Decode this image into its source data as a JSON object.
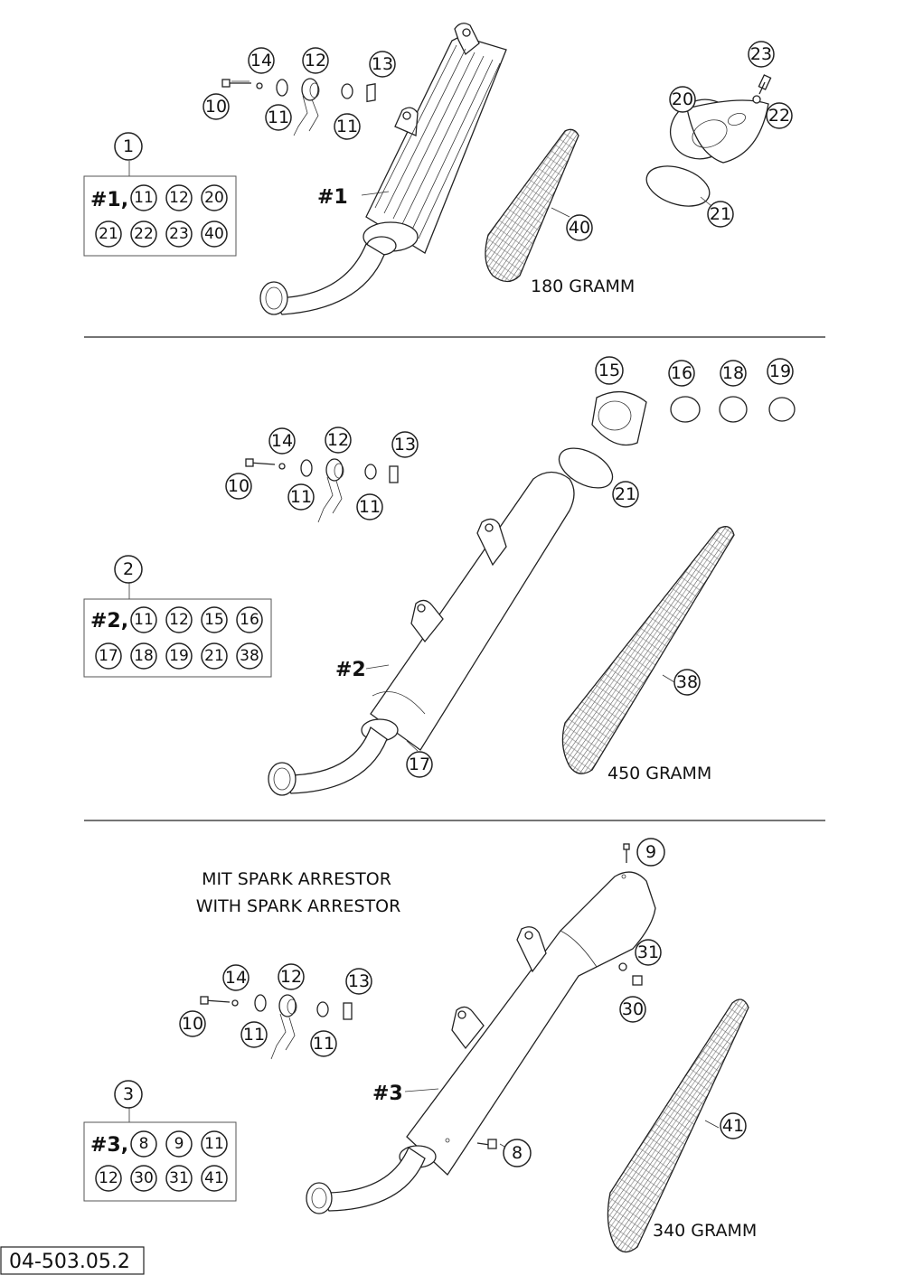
{
  "callouts": {
    "s1": {
      "n14": "14",
      "n12": "12",
      "n13": "13",
      "n10": "10",
      "n11a": "11",
      "n11b": "11",
      "n1": "1",
      "n23": "23",
      "n20": "20",
      "n22": "22",
      "n21": "21",
      "n40": "40"
    },
    "s2": {
      "n14": "14",
      "n12": "12",
      "n13": "13",
      "n10": "10",
      "n11a": "11",
      "n11b": "11",
      "n2": "2",
      "n15": "15",
      "n16": "16",
      "n18": "18",
      "n19": "19",
      "n21": "21",
      "n38": "38",
      "n17": "17"
    },
    "s3": {
      "n14": "14",
      "n12": "12",
      "n13": "13",
      "n10": "10",
      "n11a": "11",
      "n11b": "11",
      "n3": "3",
      "n9": "9",
      "n31": "31",
      "n30": "30",
      "n41": "41",
      "n8": "8"
    }
  },
  "kits": {
    "k1": {
      "label": "#1,",
      "row1": [
        "11",
        "12",
        "20"
      ],
      "row2": [
        "21",
        "22",
        "23",
        "40"
      ]
    },
    "k2": {
      "label": "#2,",
      "row1": [
        "11",
        "12",
        "15",
        "16"
      ],
      "row2": [
        "17",
        "18",
        "19",
        "21",
        "38"
      ]
    },
    "k3": {
      "label": "#3,",
      "row1": [
        "8",
        "9",
        "11"
      ],
      "row2": [
        "12",
        "30",
        "31",
        "41"
      ]
    }
  },
  "labels": {
    "p1": "#1",
    "p2": "#2",
    "p3": "#3"
  },
  "notes": {
    "w1": "180 GRAMM",
    "w2": "450 GRAMM",
    "w3": "340 GRAMM",
    "spark1": "MIT SPARK ARRESTOR",
    "spark2": "WITH SPARK ARRESTOR"
  },
  "drawing_number": "04-503.05.2"
}
